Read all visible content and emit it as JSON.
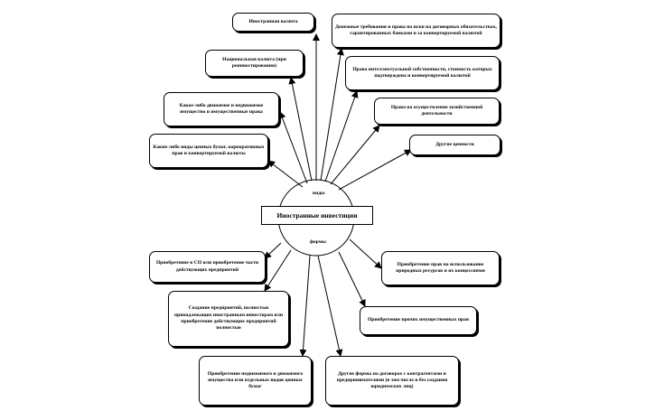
{
  "center": {
    "title": "Иностранные инвестиции",
    "top_label": "виды",
    "bottom_label": "формы"
  },
  "types": [
    {
      "id": "t1",
      "text": "Иностранная валюта"
    },
    {
      "id": "t2",
      "text": "Национальная валюта (при реинвестировании)"
    },
    {
      "id": "t3",
      "text": "Какое-либо движимое и недвижимое имущество и имущественные права"
    },
    {
      "id": "t4",
      "text": "Какие-либо виды ценных бумаг, корпоративных прав и конвертируемой валюты"
    },
    {
      "id": "t5",
      "text": "Денежные требования и права на иски на договорных обязательствах, гарантированных банками и за конвертируемой валютой"
    },
    {
      "id": "t6",
      "text": "Права интеллектуальной собственности, стоимость которых подтверждена и конвертируемой валютой"
    },
    {
      "id": "t7",
      "text": "Права на осуществление хозяйственной деятельности"
    },
    {
      "id": "t8",
      "text": "Другие ценности"
    }
  ],
  "forms": [
    {
      "id": "f1",
      "text": "Приобретение в СП или приобретение части действующих предприятий"
    },
    {
      "id": "f2",
      "text": "Создание предприятий, полностью принадлежащих иностранным инвесторам или приобретение действующих предприятий полностью"
    },
    {
      "id": "f3",
      "text": "Приобретение недвижимого и движимого имущества или отдельных видов ценных бумаг"
    },
    {
      "id": "f4",
      "text": "Приобретение прав на использование природных ресурсов и их концессиями"
    },
    {
      "id": "f5",
      "text": "Приобретение прочих имущественных прав"
    },
    {
      "id": "f6",
      "text": "Другие формы на договорах с контрагентами и предпринимателями (в том числе и без создания юридических лиц)"
    }
  ]
}
